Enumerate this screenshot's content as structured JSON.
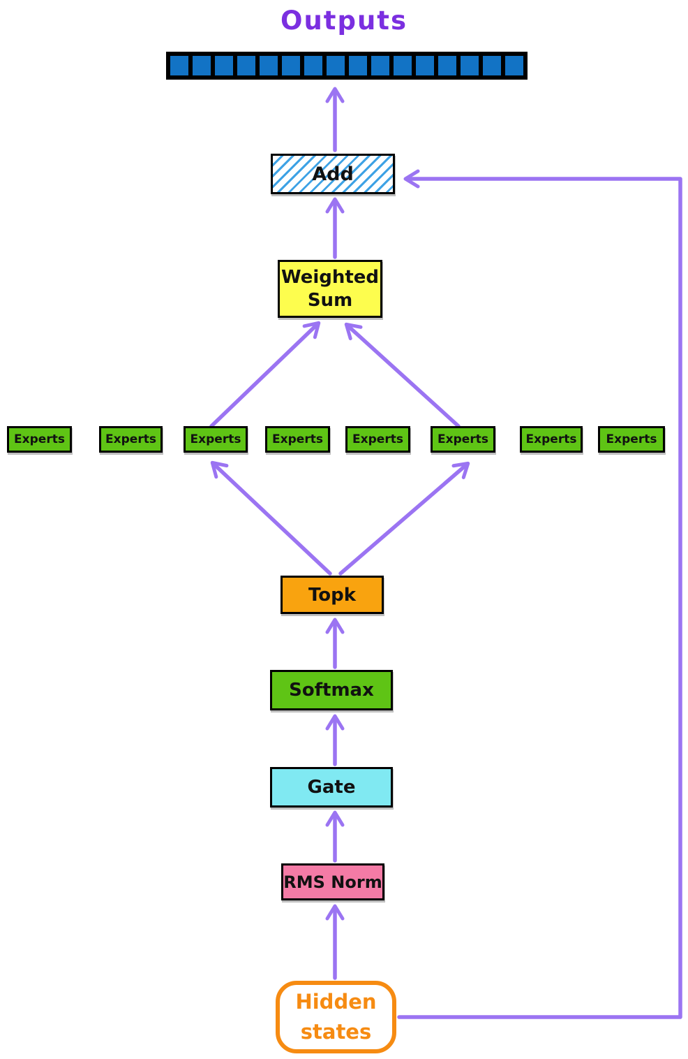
{
  "diagram": {
    "title": "Outputs",
    "nodes": {
      "add": {
        "label": "Add"
      },
      "weighted_sum": {
        "label": "Weighted Sum"
      },
      "topk": {
        "label": "Topk"
      },
      "softmax": {
        "label": "Softmax"
      },
      "gate": {
        "label": "Gate"
      },
      "rms_norm": {
        "label": "RMS Norm"
      },
      "hidden_states": {
        "label": "Hidden states"
      }
    },
    "experts": {
      "count": 8,
      "labels": [
        "Experts",
        "Experts",
        "Experts",
        "Experts",
        "Experts",
        "Experts",
        "Experts",
        "Experts"
      ]
    },
    "output_tokens": {
      "count": 16
    },
    "colors": {
      "arrow_purple": "#9b74f2",
      "title_purple": "#7b2fe0",
      "token_blue": "#1273c5",
      "hatch_blue": "#3ea2e5",
      "weighted_sum_yellow": "#fdfd4e",
      "expert_green": "#5fc415",
      "topk_orange": "#f9a30f",
      "gate_cyan": "#80e9f2",
      "rms_pink": "#f47ba6",
      "hidden_orange": "#f68b12",
      "border_black": "#000000"
    }
  }
}
